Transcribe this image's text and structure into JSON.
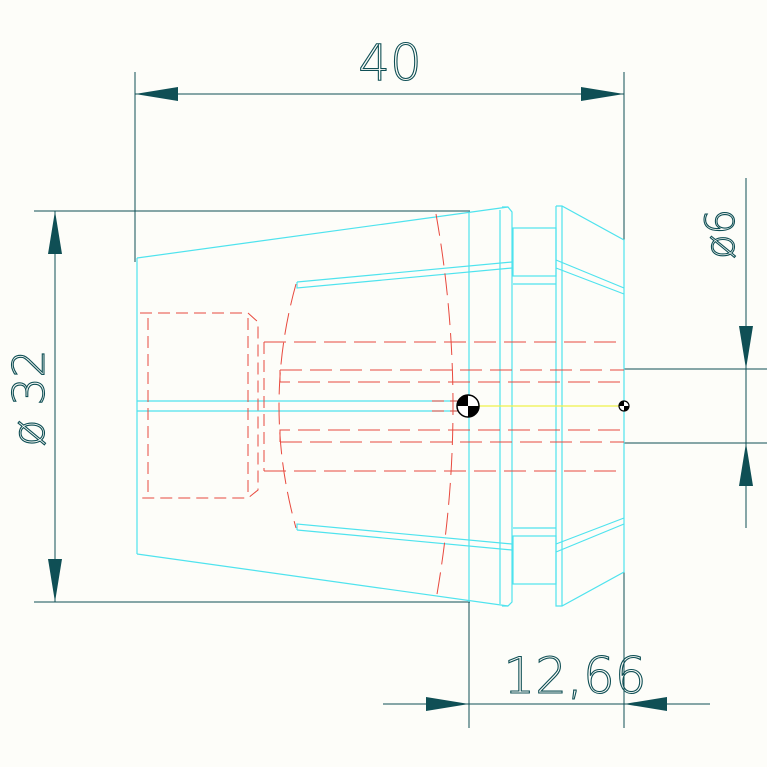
{
  "dimensions": {
    "length": "40",
    "diameter_outer": "ø 32",
    "diameter_bore": "ø6",
    "taper_length": "12,66"
  },
  "colors": {
    "background": "#fdfdf9",
    "dimension": "#0f4f55",
    "outline": "#4fe3ee",
    "hidden": "#e8493e",
    "centerline": "#eef24a"
  }
}
